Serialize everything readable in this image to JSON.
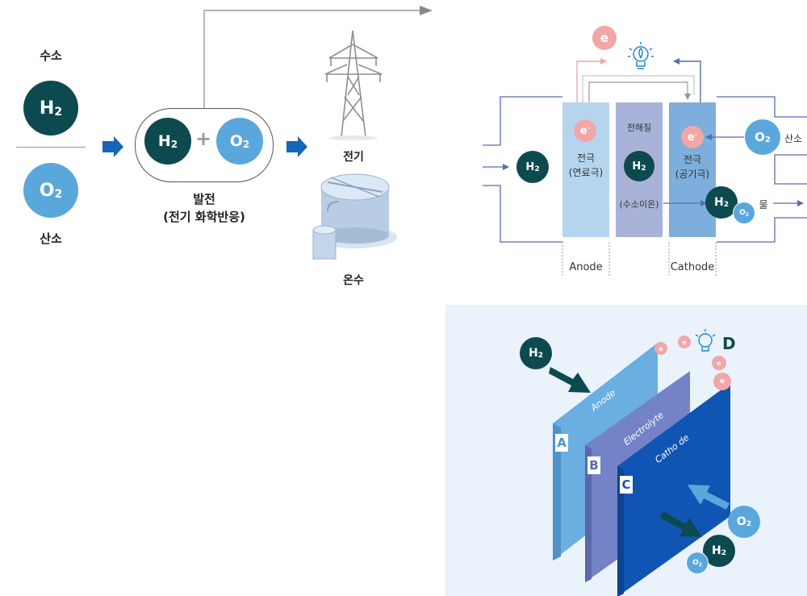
{
  "left_panel": {
    "hydrogen_label": "수소",
    "hydrogen_symbol": "H",
    "hydrogen_sub": "2",
    "oxygen_symbol": "O",
    "oxygen_sub": "2",
    "oxygen_label": "산소",
    "plus": "+",
    "generation_title": "발전",
    "generation_sub": "(전기 화학반응)",
    "output_electricity": "전기",
    "output_heat": "온수"
  },
  "cell_diagram": {
    "electron": "e",
    "electron_sup": "-",
    "anode_electrode": "전극",
    "anode_electrode_sub": "(연료극)",
    "electrolyte": "전해질",
    "cathode_electrode": "전극",
    "cathode_electrode_sub": "(공기극)",
    "hydrogen_ion": "(수소이온)",
    "oxygen_label": "산소",
    "water_label": "물",
    "anode_caption": "Anode",
    "cathode_caption": "Cathode"
  },
  "illustration_3d": {
    "layer_anode": "Anode",
    "layer_electrolyte": "Electrolyte",
    "layer_cathode": "Catho de",
    "letter_a": "A",
    "letter_b": "B",
    "letter_c": "C",
    "letter_d": "D"
  },
  "colors": {
    "dark_teal": "#0d4a4f",
    "light_blue": "#5aa7dc",
    "arrow_blue": "#1565b8",
    "electron_pink": "#f1a7a7"
  }
}
